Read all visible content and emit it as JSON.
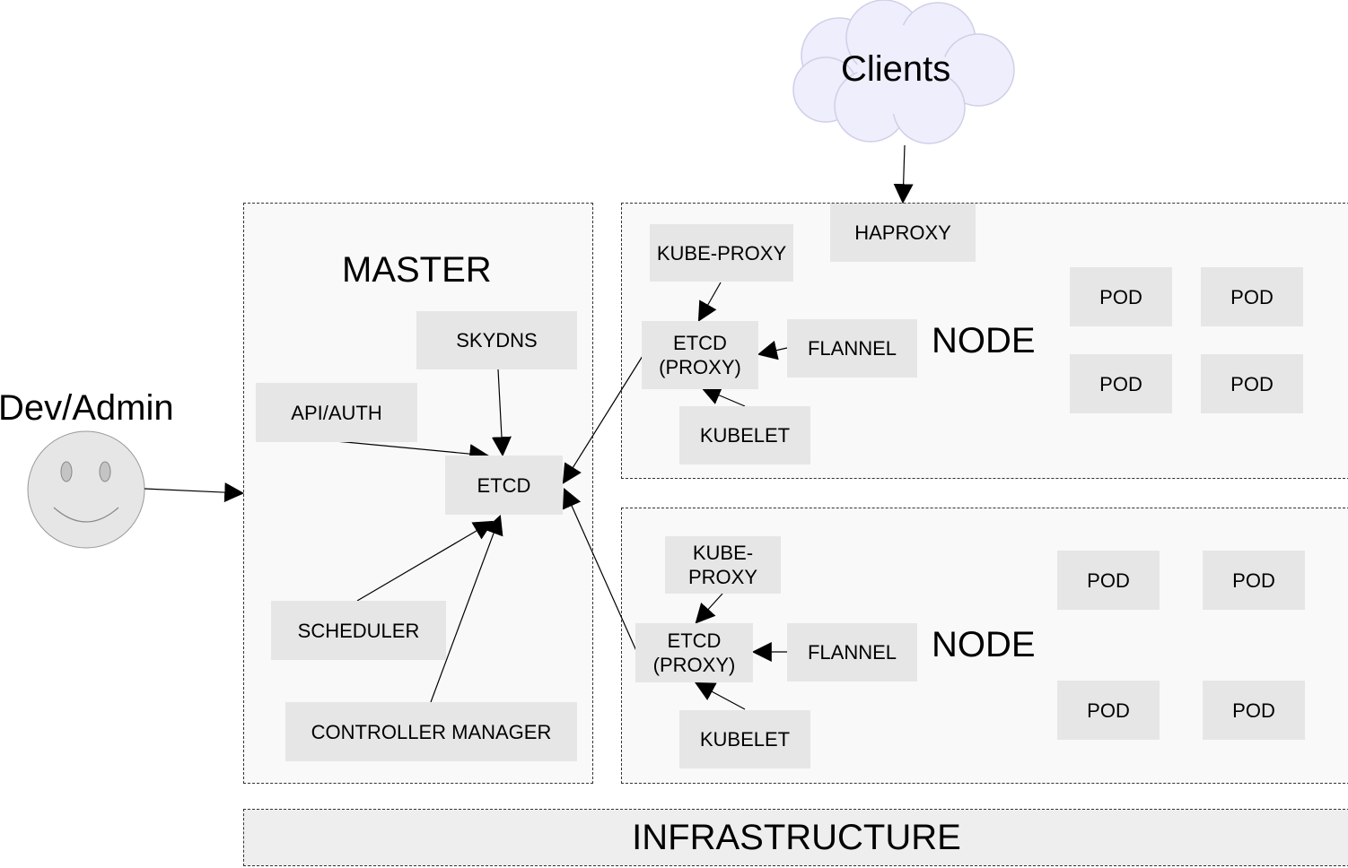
{
  "actor": {
    "label": "Dev/Admin"
  },
  "clients": {
    "label": "Clients"
  },
  "master": {
    "title": "MASTER",
    "components": {
      "skydns": "SKYDNS",
      "api_auth": "API/AUTH",
      "etcd": "ETCD",
      "scheduler": "SCHEDULER",
      "controller_manager": "CONTROLLER MANAGER"
    }
  },
  "nodes": [
    {
      "title": "NODE",
      "haproxy": "HAPROXY",
      "kube_proxy": "KUBE-PROXY",
      "etcd_proxy": "ETCD\n(PROXY)",
      "flannel": "FLANNEL",
      "kubelet": "KUBELET",
      "pods": [
        "POD",
        "POD",
        "POD",
        "POD"
      ]
    },
    {
      "title": "NODE",
      "kube_proxy": "KUBE-PROXY",
      "etcd_proxy": "ETCD\n(PROXY)",
      "flannel": "FLANNEL",
      "kubelet": "KUBELET",
      "pods": [
        "POD",
        "POD",
        "POD",
        "POD"
      ]
    }
  ],
  "infrastructure": {
    "label": "INFRASTRUCTURE"
  },
  "colors": {
    "box_fill": "#e6e6e6",
    "region_fill": "#f9f9f9",
    "cloud_fill": "#eeeefc"
  }
}
